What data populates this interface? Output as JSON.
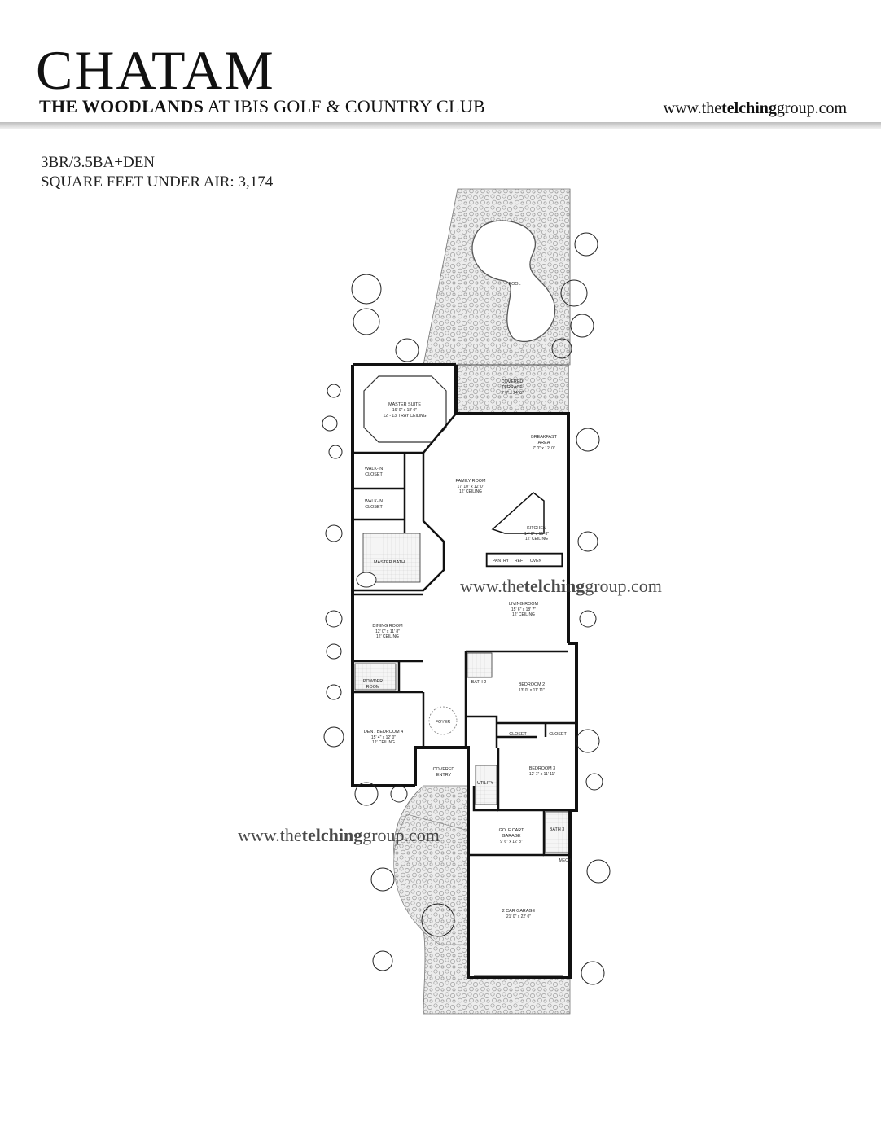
{
  "header": {
    "title": "CHATAM",
    "subtitle_bold": "THE WOODLANDS",
    "subtitle_rest": " AT IBIS GOLF & COUNTRY CLUB",
    "website_prefix": "www.the",
    "website_bold": "telching",
    "website_suffix": "group.com"
  },
  "specs": {
    "bedrooms_baths": "3BR/3.5BA+DEN",
    "square_feet": "SQUARE FEET UNDER AIR: 3,174"
  },
  "rooms": {
    "pool": {
      "name": "POOL"
    },
    "covered_terrace": {
      "name": "COVERED",
      "name2": "TERRACE",
      "dim": "9' 0\" x 24' 0\""
    },
    "master_suite": {
      "name": "MASTER SUITE",
      "dim": "16' 0\" x 18' 0\"",
      "note": "12' - 13' TRAY CEILING"
    },
    "breakfast_area": {
      "name": "BREAKFAST",
      "name2": "AREA",
      "dim": "7' 0\" x 12' 0\""
    },
    "walk_in_closet_1": {
      "name": "WALK-IN",
      "name2": "CLOSET"
    },
    "walk_in_closet_2": {
      "name": "WALK-IN",
      "name2": "CLOSET"
    },
    "family_room": {
      "name": "FAMILY ROOM",
      "dim": "17' 10\" x 12' 0\"",
      "note": "12' CEILING"
    },
    "kitchen": {
      "name": "KITCHEN",
      "dim": "14' 0\" x 15' 8\"",
      "note": "12' CEILING"
    },
    "pantry": {
      "name": "PANTRY"
    },
    "ref": {
      "name": "REF"
    },
    "oven": {
      "name": "OVEN"
    },
    "master_bath": {
      "name": "MASTER BATH"
    },
    "living_room": {
      "name": "LIVING ROOM",
      "dim": "15' 6\" x 18' 7\"",
      "note": "12' CEILING"
    },
    "dining_room": {
      "name": "DINING ROOM",
      "dim": "12' 0\" x 11' 8\"",
      "note": "12' CEILING"
    },
    "powder_room": {
      "name": "POWDER",
      "name2": "ROOM"
    },
    "bath_2": {
      "name": "BATH 2"
    },
    "bedroom_2": {
      "name": "BEDROOM 2",
      "dim": "13' 0\" x 11' 11\""
    },
    "foyer": {
      "name": "FOYER"
    },
    "den_bedroom_4": {
      "name": "DEN / BEDROOM 4",
      "dim": "15' 4\" x 12' 0\"",
      "note": "12' CEILING"
    },
    "closet_a": {
      "name": "CLOSET"
    },
    "closet_b": {
      "name": "CLOSET"
    },
    "covered_entry": {
      "name": "COVERED",
      "name2": "ENTRY"
    },
    "utility": {
      "name": "UTILITY"
    },
    "bedroom_3": {
      "name": "BEDROOM 3",
      "dim": "12' 1\" x 11' 11\""
    },
    "golf_cart_garage": {
      "name": "GOLF CART",
      "name2": "GARAGE",
      "dim": "9' 6\" x 12' 8\""
    },
    "bath_3": {
      "name": "BATH 3"
    },
    "mech": {
      "name": "MECH"
    },
    "two_car_garage": {
      "name": "2 CAR GARAGE",
      "dim": "21' 0\" x 22' 0\""
    }
  },
  "watermarks": {
    "w1_prefix": "www.the",
    "w1_bold": "telching",
    "w1_suffix": "group.com",
    "w2_prefix": "www.the",
    "w2_bold": "telching",
    "w2_suffix": "group.com"
  }
}
